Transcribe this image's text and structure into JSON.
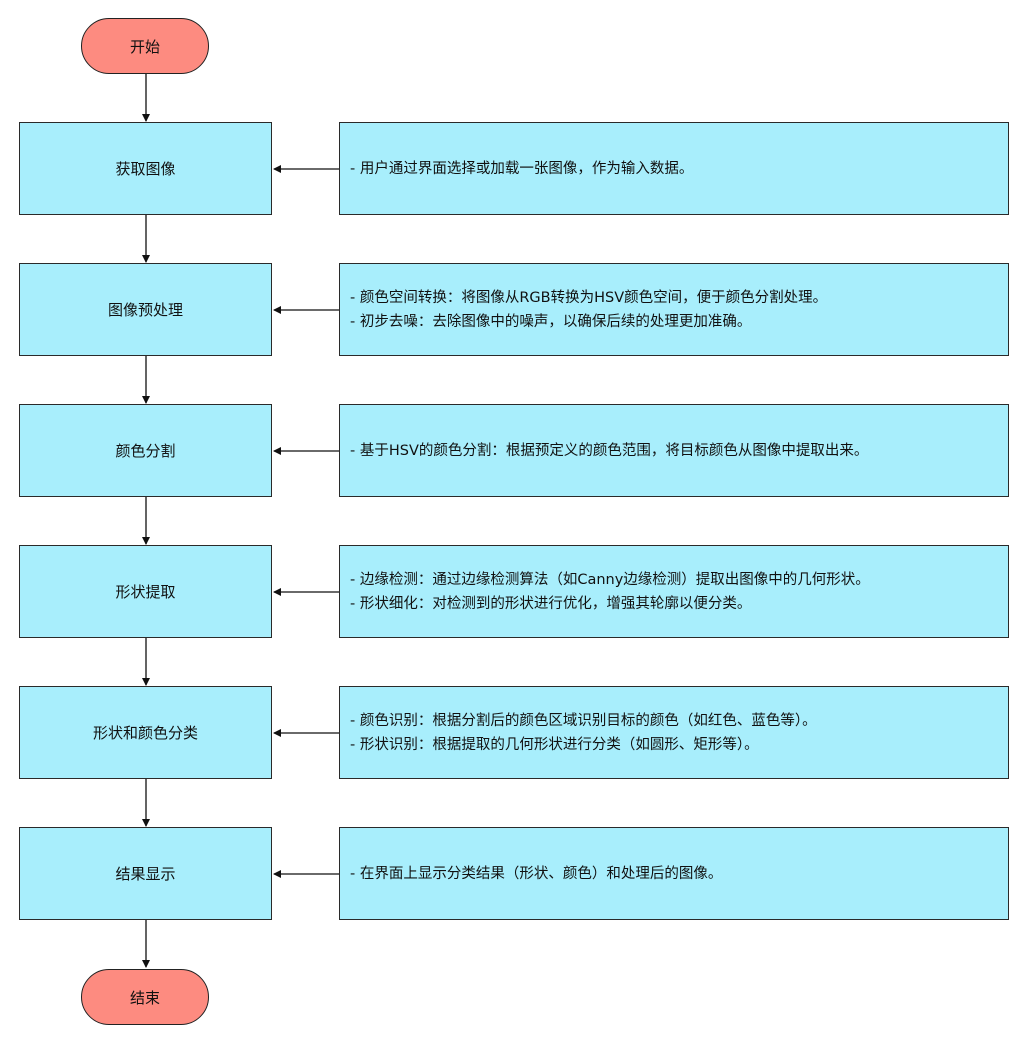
{
  "start_label": "开始",
  "end_label": "结束",
  "steps": [
    {
      "label": "获取图像",
      "notes": [
        "- 用户通过界面选择或加载一张图像，作为输入数据。"
      ]
    },
    {
      "label": "图像预处理",
      "notes": [
        "- 颜色空间转换：将图像从RGB转换为HSV颜色空间，便于颜色分割处理。",
        "- 初步去噪：去除图像中的噪声，以确保后续的处理更加准确。"
      ]
    },
    {
      "label": "颜色分割",
      "notes": [
        "- 基于HSV的颜色分割：根据预定义的颜色范围，将目标颜色从图像中提取出来。"
      ]
    },
    {
      "label": "形状提取",
      "notes": [
        "- 边缘检测：通过边缘检测算法（如Canny边缘检测）提取出图像中的几何形状。",
        "- 形状细化：对检测到的形状进行优化，增强其轮廓以便分类。"
      ]
    },
    {
      "label": "形状和颜色分类",
      "notes": [
        "- 颜色识别：根据分割后的颜色区域识别目标的颜色（如红色、蓝色等）。",
        "- 形状识别：根据提取的几何形状进行分类（如圆形、矩形等）。"
      ]
    },
    {
      "label": "结果显示",
      "notes": [
        "- 在界面上显示分类结果（形状、颜色）和处理后的图像。"
      ]
    }
  ],
  "colors": {
    "terminal_fill": "#fd8b80",
    "box_fill": "#a8eefc",
    "stroke": "#2a2a2a"
  }
}
